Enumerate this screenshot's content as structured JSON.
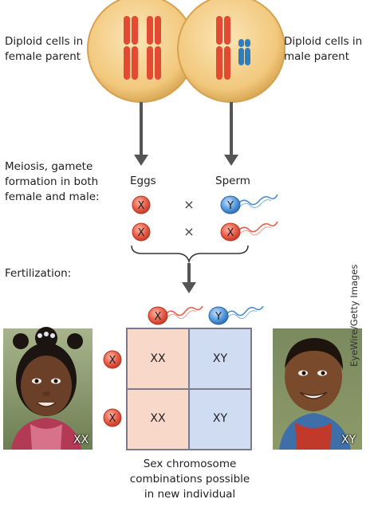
{
  "labels": {
    "diploid_female": [
      "Diploid cells in",
      "female parent"
    ],
    "diploid_male": [
      "Diploid cells in",
      "male parent"
    ],
    "meiosis": [
      "Meiosis, gamete",
      "formation in both",
      "female and male:"
    ],
    "eggs": "Eggs",
    "sperm": "Sperm",
    "fertilization": "Fertilization:",
    "caption": [
      "Sex chromosome",
      "combinations possible",
      "in new individual"
    ],
    "credit": "EyeWire/Getty Images"
  },
  "gametes": {
    "egg_x": "X",
    "sperm_y": "Y",
    "sperm_x": "X",
    "cross": "×"
  },
  "punnett": {
    "top": [
      "X",
      "Y"
    ],
    "left": [
      "X",
      "X"
    ],
    "cells": [
      [
        "XX",
        "XY"
      ],
      [
        "XX",
        "XY"
      ]
    ]
  },
  "photos": {
    "girl_tag": "XX",
    "boy_tag": "XY"
  },
  "colors": {
    "cell_fill": "#f5d08f",
    "x_chrom": "#e34a33",
    "y_chrom": "#2b7fc1",
    "egg": "#e8604c",
    "sperm_y": "#4a8fd4",
    "punnett_xx": "#f7d8c9",
    "punnett_xy": "#cfdcf2",
    "arrow": "#555555"
  }
}
